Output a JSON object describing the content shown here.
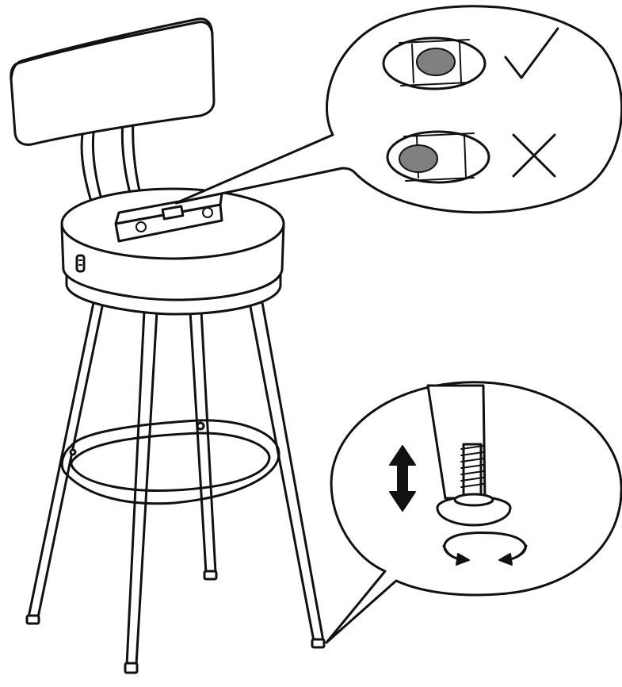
{
  "diagram": {
    "subject": "bar-stool-leveling",
    "callouts": [
      {
        "id": "level-check",
        "states": [
          {
            "result": "correct",
            "mark_icon": "check-icon",
            "bubble_fill": "#808080"
          },
          {
            "result": "incorrect",
            "mark_icon": "cross-icon",
            "bubble_fill": "#808080"
          }
        ]
      },
      {
        "id": "foot-adjust",
        "icons": [
          "vertical-double-arrow-icon",
          "rotate-arrows-icon"
        ]
      }
    ],
    "colors": {
      "line": "#111111",
      "bubble": "#808080",
      "background": "#ffffff"
    }
  }
}
